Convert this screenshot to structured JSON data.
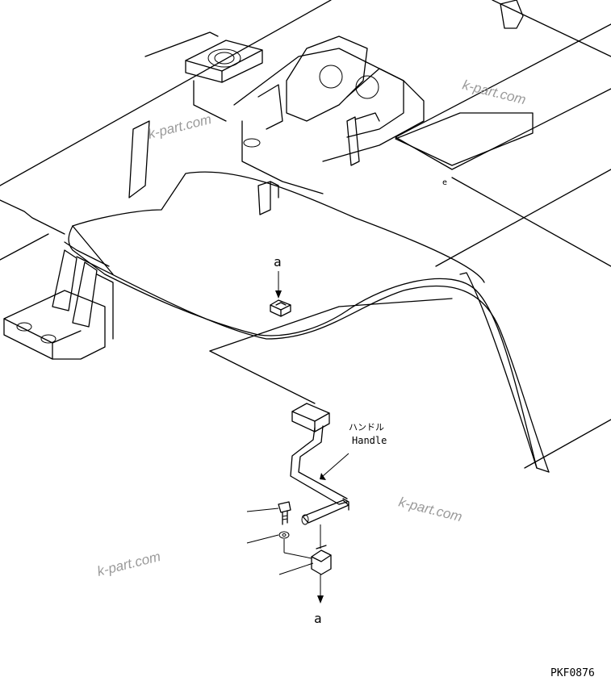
{
  "labels": {
    "callout_a_top": "a",
    "callout_a_bottom": "a",
    "e_mark": "e",
    "handle_jp": "ハンドル",
    "handle_en": "Handle",
    "drawing_code": "PKF0876"
  },
  "watermarks": [
    "k-part.com",
    "k-part.com",
    "k-part.com",
    "k-part.com"
  ]
}
